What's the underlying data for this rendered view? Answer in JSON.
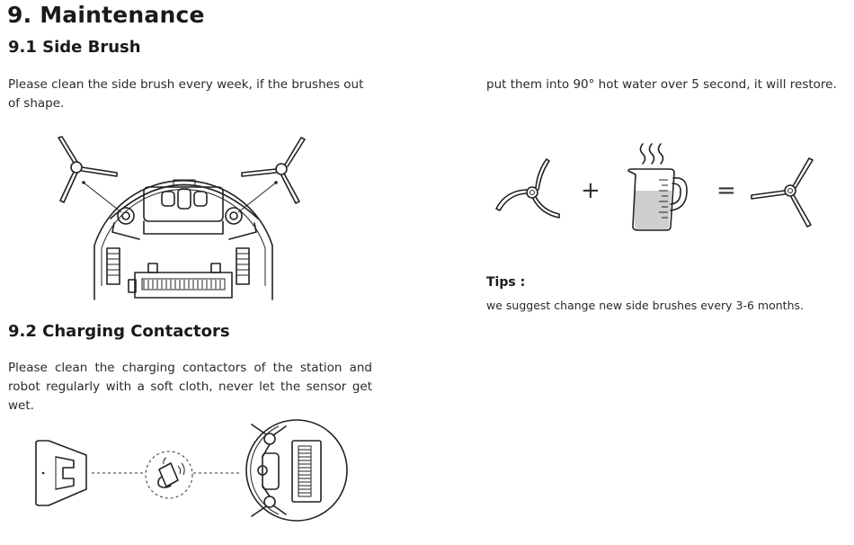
{
  "section": {
    "title": "9. Maintenance"
  },
  "side_brush": {
    "heading": "9.1 Side Brush",
    "paragraph": "Please clean the side brush every week, if the brushes out of  shape.",
    "restore_text": "put them into 90° hot water over 5 second, it will restore."
  },
  "equation": {
    "plus": "+",
    "equals": "="
  },
  "tips": {
    "title": "Tips :",
    "text": "we suggest change new side brushes every 3-6 months."
  },
  "charging": {
    "heading": "9.2 Charging Contactors",
    "paragraph": "Please clean the charging contactors of the station and robot regularly with a soft cloth, never let the sensor get wet."
  }
}
